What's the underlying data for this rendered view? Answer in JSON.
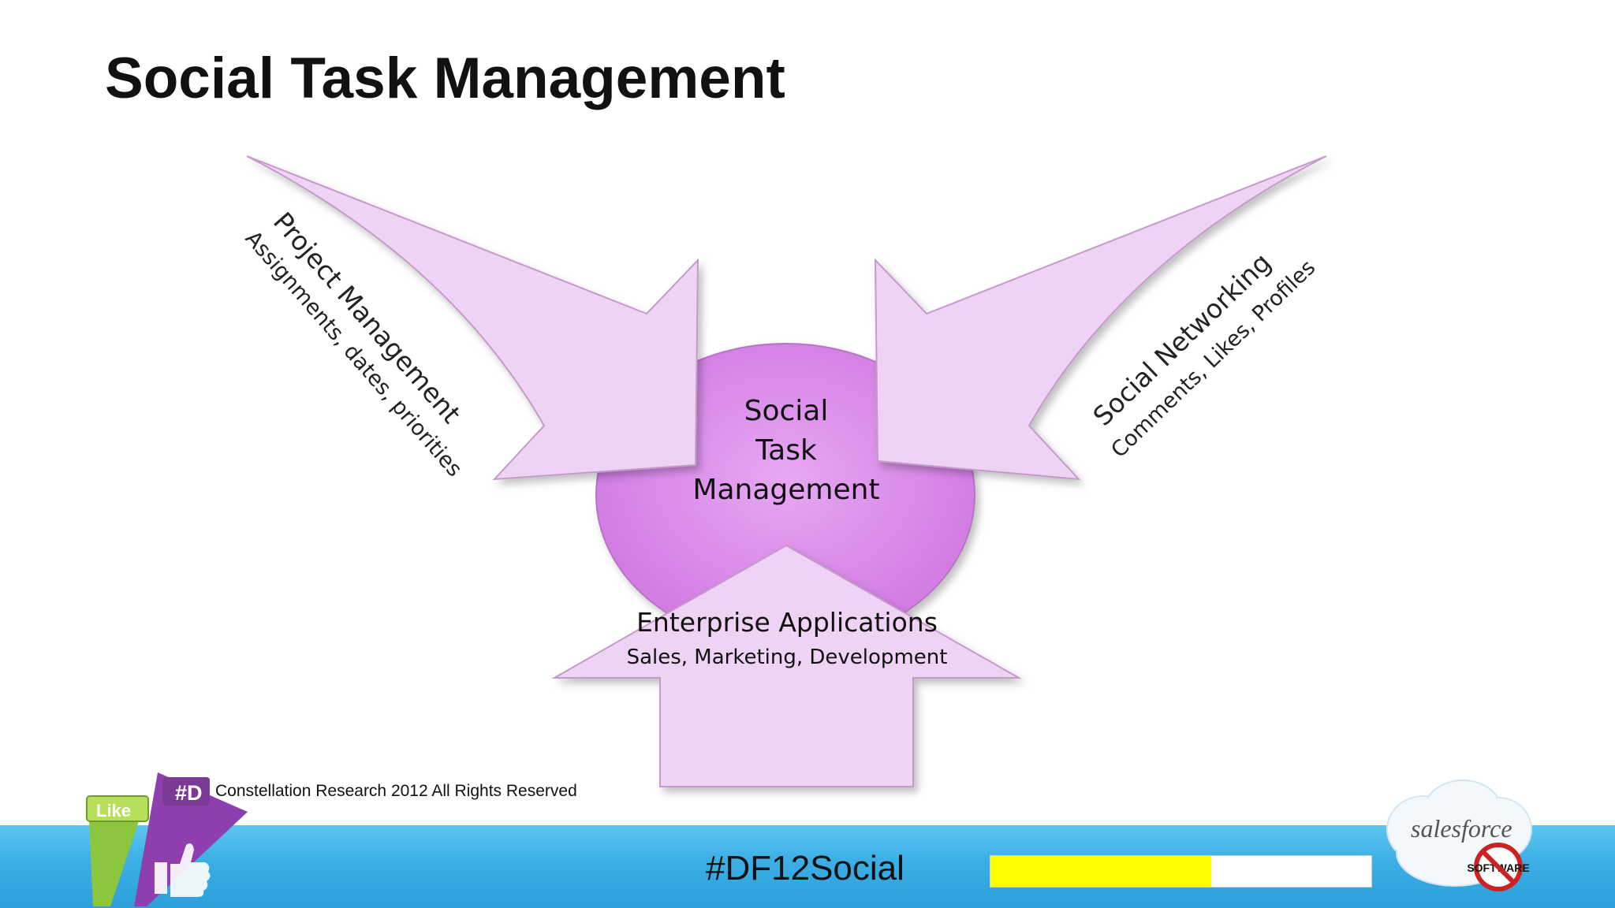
{
  "slide": {
    "title": "Social Task Management",
    "copyright": "Constellation Research 2012 All Rights Reserved",
    "hashtag": "#DF12Social",
    "progress_fraction": 0.58
  },
  "diagram": {
    "center_label": [
      "Social",
      "Task",
      "Management"
    ],
    "arrows": [
      {
        "title": "Project Management",
        "subtitle": "Assignments, dates, priorities"
      },
      {
        "title": "Social Networking",
        "subtitle": "Comments, Likes, Profiles"
      },
      {
        "title": "Enterprise Applications",
        "subtitle": "Sales, Marketing, Development"
      }
    ]
  },
  "logos": {
    "badge_like": "Like",
    "badge_tag": "#D",
    "salesforce": "salesforce",
    "no_software": "SOFTWARE"
  },
  "colors": {
    "arrow_fill": "#efd3f4",
    "arrow_stroke": "#c59acb",
    "center_fill": "#d98bea",
    "footer": "#3aaee5",
    "progress_fill": "#ffff00"
  }
}
